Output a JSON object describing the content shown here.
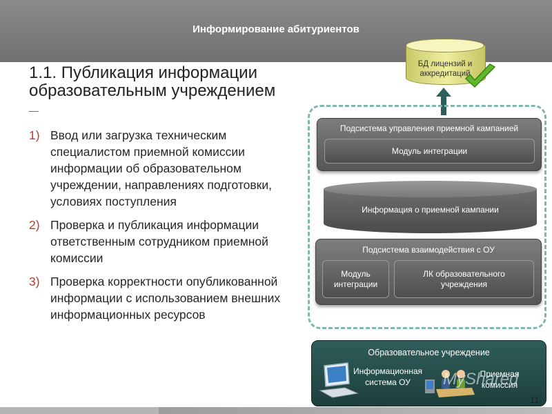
{
  "header": {
    "title": "Информирование абитуриентов"
  },
  "slide": {
    "title": "1.1. Публикация информации образовательным учреждением",
    "dash": "—",
    "points": [
      {
        "num": "1)",
        "text": "Ввод или загрузка техническим специалистом приемной комиссии информации об образовательном учреждении, направлениях подготовки, условиях поступления"
      },
      {
        "num": "2)",
        "text": "Проверка и публикация информации ответственным сотрудником приемной комиссии"
      },
      {
        "num": "3)",
        "text": "Проверка корректности опубликованной информации с использованием внешних информационных ресурсов"
      }
    ]
  },
  "diagram": {
    "db_label": "БД лицензий и аккредитаций",
    "subsystem_admission": {
      "title": "Подсистема управления приемной кампанией",
      "module": "Модуль интеграции"
    },
    "campaign_info": "Информация о приемной кампании",
    "subsystem_interaction": {
      "title": "Подсистема взаимодействия с ОУ",
      "module": "Модуль интеграции",
      "cabinet": "ЛК образовательного учреждения"
    },
    "school": {
      "title": "Образовательное учреждение",
      "info_system": "Информационная система ОУ",
      "admission": "Приемная комиссия"
    }
  },
  "watermark": "MyShared",
  "page_number": "11",
  "colors": {
    "accent": "#c0392b",
    "panel": "#5a5a5a",
    "school": "#2a524e",
    "frame": "#7fb7b0"
  }
}
